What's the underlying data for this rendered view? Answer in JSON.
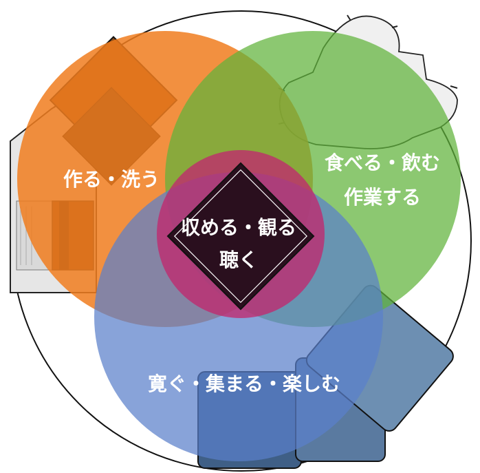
{
  "zones": {
    "kitchen": {
      "label": "作る・洗う",
      "color": "#f07d1e"
    },
    "dining": {
      "line1": "食べる・飲む",
      "line2": "作業する",
      "color": "#5fb33a"
    },
    "living": {
      "label": "寛ぐ・集まる・楽しむ",
      "color": "#6f8fd0"
    },
    "center": {
      "line1": "収める・観る",
      "line2": "聴く",
      "color": "#c0296e"
    }
  },
  "furniture_icons": [
    "round-table-with-chairs-icon",
    "sofa-icon",
    "kitchen-cabinet-icon",
    "storage-box-icon"
  ]
}
